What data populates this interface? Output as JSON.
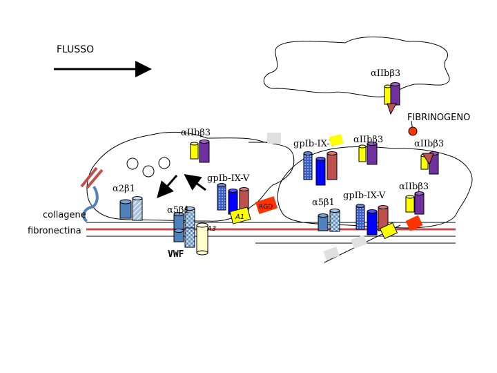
{
  "labels": {
    "flusso": "FLUSSO",
    "fibrinogeno": "FIBRINOGENO",
    "aIIbb3_top": "αIIbβ3",
    "aIIbb3_left": "αIIbβ3",
    "aIIbb3_mid": "αIIbβ3",
    "aIIbb3_right1": "αIIbβ3",
    "aIIbb3_right2": "αIIbβ3",
    "gpIb_mid": "gpIb-IX-V",
    "gpIb_left": "gpIb-IX-V",
    "gpIb_right": "gpIb-IX-V",
    "a2b1": "α2β1",
    "a5b1_left": "α5β1",
    "a5b1_right": "α5β1",
    "collagene": "collagene",
    "fibronectina": "fibronectina",
    "vwf": "VWF",
    "a1": "A1",
    "a3": "A3",
    "rgd": "RGD"
  },
  "colors": {
    "membrane_red": "#c0504d",
    "purple": "#7030a0",
    "yellow": "#ffff00",
    "blue": "#0000ff",
    "steel_blue": "#4f81bd",
    "red_cyl": "#c0504d",
    "pale_yellow": "#ffffcc",
    "fibrinogen_red": "#ff3300",
    "grey": "#e0e0e0",
    "arrow": "#000000"
  }
}
